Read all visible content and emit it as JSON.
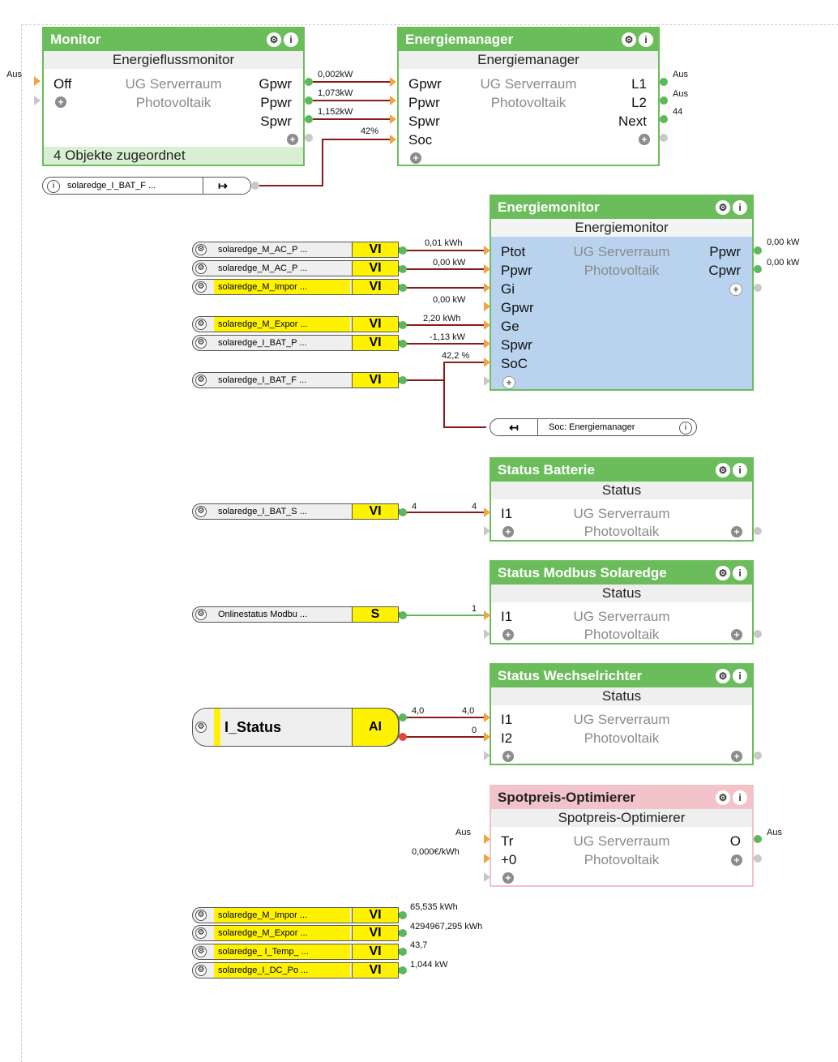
{
  "monitor": {
    "title": "Monitor",
    "subtitle": "Energieflussmonitor",
    "room": "UG Serverraum",
    "category": "Photovoltaik",
    "inputs": [
      "Off"
    ],
    "outputs": [
      "Gpwr",
      "Ppwr",
      "Spwr"
    ],
    "footer": "4 Objekte zugeordnet",
    "input_value": "Aus"
  },
  "energiemanager": {
    "title": "Energiemanager",
    "subtitle": "Energiemanager",
    "room": "UG Serverraum",
    "category": "Photovoltaik",
    "inputs": [
      "Gpwr",
      "Ppwr",
      "Spwr",
      "Soc"
    ],
    "outputs": [
      "L1",
      "L2",
      "Next"
    ],
    "input_values": [
      "0,002kW",
      "1,073kW",
      "1,152kW",
      "42%"
    ],
    "output_values": [
      "Aus",
      "Aus",
      "44"
    ]
  },
  "bat_ref": {
    "name": "solaredge_I_BAT_F ..."
  },
  "energiemonitor": {
    "title": "Energiemonitor",
    "subtitle": "Energiemonitor",
    "room": "UG Serverraum",
    "category": "Photovoltaik",
    "inputs": [
      "Ptot",
      "Ppwr",
      "Gi",
      "Gpwr",
      "Ge",
      "Spwr",
      "SoC"
    ],
    "outputs": [
      "Ppwr",
      "Cpwr"
    ],
    "input_values": [
      "0,01 kWh",
      "0,00 kW",
      "",
      "0,00 kW",
      "2,20 kWh",
      "-1,13 kW",
      "42,2 %"
    ],
    "output_values": [
      "0,00 kW",
      "0,00 kW"
    ]
  },
  "sources": [
    {
      "name": "solaredge_M_AC_P ...",
      "type": "VI"
    },
    {
      "name": "solaredge_M_AC_P ...",
      "type": "VI"
    },
    {
      "name": "solaredge_M_Impor ...",
      "type": "VI"
    },
    {
      "name": "solaredge_M_Expor ...",
      "type": "VI"
    },
    {
      "name": "solaredge_I_BAT_P ...",
      "type": "VI"
    },
    {
      "name": "solaredge_I_BAT_F ...",
      "type": "VI"
    },
    {
      "name": "solaredge_I_BAT_S ...",
      "type": "VI"
    },
    {
      "name": "Onlinestatus Modbu ...",
      "type": "S"
    },
    {
      "name": "I_Status",
      "type": "AI"
    },
    {
      "name": "solaredge_M_Impor ...",
      "type": "VI"
    },
    {
      "name": "solaredge_M_Expor ...",
      "type": "VI"
    },
    {
      "name": "solaredge_ I_Temp_ ...",
      "type": "VI"
    },
    {
      "name": "solaredge_I_DC_Po ...",
      "type": "VI"
    }
  ],
  "soc_ref": {
    "name": "Soc: Energiemanager"
  },
  "status_batterie": {
    "title": "Status Batterie",
    "subtitle": "Status",
    "room": "UG Serverraum",
    "category": "Photovoltaik",
    "inputs": [
      "I1"
    ],
    "input_values": [
      "4"
    ],
    "source_value": "4"
  },
  "status_modbus": {
    "title": "Status Modbus Solaredge",
    "subtitle": "Status",
    "room": "UG Serverraum",
    "category": "Photovoltaik",
    "inputs": [
      "I1"
    ],
    "input_values": [
      "1"
    ]
  },
  "status_wechselrichter": {
    "title": "Status Wechselrichter",
    "subtitle": "Status",
    "room": "UG Serverraum",
    "category": "Photovoltaik",
    "inputs": [
      "I1",
      "I2"
    ],
    "input_values": [
      "4,0",
      "0"
    ],
    "source_value": "4,0"
  },
  "spotpreis": {
    "title": "Spotpreis-Optimierer",
    "subtitle": "Spotpreis-Optimierer",
    "room": "UG Serverraum",
    "category": "Photovoltaik",
    "inputs": [
      "Tr",
      "+0"
    ],
    "outputs": [
      "O"
    ],
    "input_values": [
      "Aus",
      "0,000€/kWh"
    ],
    "output_values": [
      "Aus"
    ]
  },
  "bottom_values": [
    "65,535 kWh",
    "4294967,295 kWh",
    "43,7",
    "1,044 kW"
  ],
  "colors": {
    "block_green": "#6bbd5b",
    "wire_dark_red": "#8b1a1a",
    "wire_green": "#5cb85c",
    "pin_orange": "#f0a442",
    "vi_yellow": "#fff200",
    "spot_pink": "#f2c4ca",
    "monitor_blue": "#b9d3ef"
  },
  "icons": {
    "header": [
      "gear-icon",
      "info-icon"
    ],
    "add": "plus-icon",
    "ref": "link-icon"
  }
}
